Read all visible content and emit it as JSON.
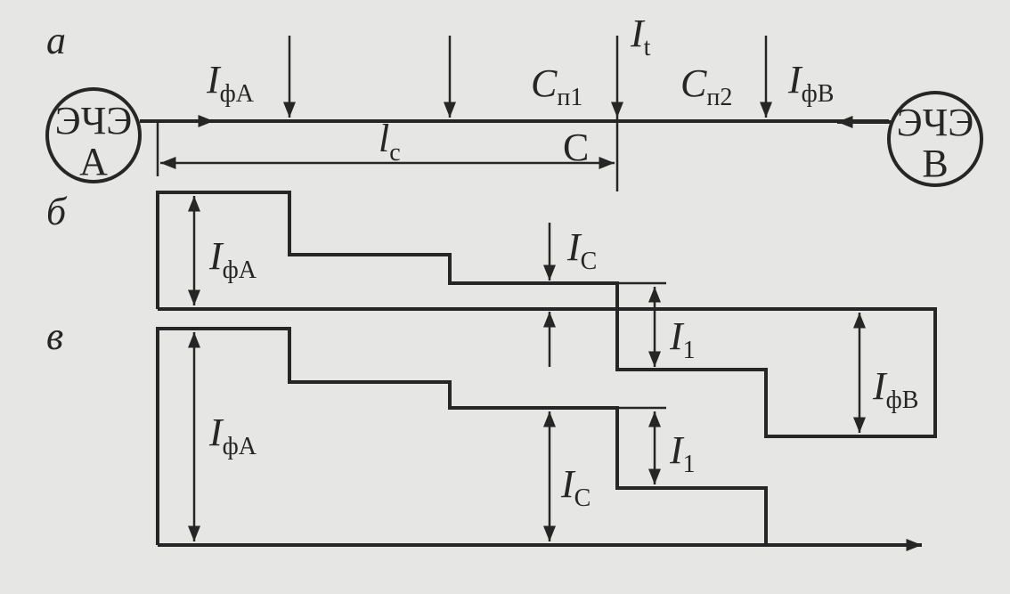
{
  "panels": {
    "a": "а",
    "b": "б",
    "c": "в"
  },
  "sources": {
    "A": {
      "name": "ЭЧЭ",
      "letter": "А"
    },
    "B": {
      "name": "ЭЧЭ",
      "letter": "В"
    }
  },
  "labels": {
    "I": "I",
    "fA": "фА",
    "fB": "фВ",
    "C": "C",
    "n1": "п1",
    "n2": "п2",
    "t": "t",
    "l": "l",
    "c": "c",
    "sub_C": "C",
    "sub_1": "1",
    "point_C": "C"
  },
  "colors": {
    "ink": "#262626",
    "paper": "#e6e6e4"
  }
}
